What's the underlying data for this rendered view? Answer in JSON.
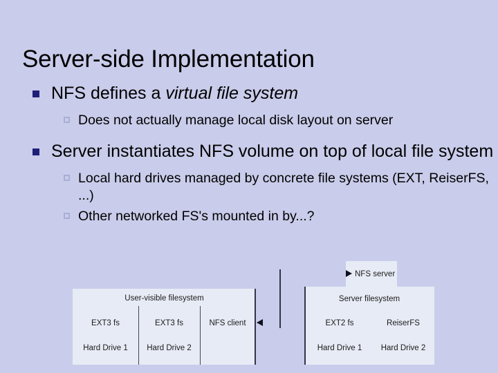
{
  "slide": {
    "title": "Server-side Implementation",
    "background_color": "#c9ccea",
    "bullets": [
      {
        "level": 1,
        "text_before": "NFS defines a ",
        "text_italic": "virtual file system",
        "sub": [
          {
            "level": 2,
            "text": "Does not actually manage local disk layout on server"
          }
        ]
      },
      {
        "level": 1,
        "text": "Server instantiates NFS volume on top of local file system",
        "sub": [
          {
            "level": 2,
            "text": "Local hard drives managed by concrete file systems (EXT, ReiserFS, ...)"
          },
          {
            "level": 2,
            "text": "Other networked FS's mounted in by...?"
          }
        ]
      }
    ]
  },
  "diagram": {
    "box_fill_color": "#e7ebf5",
    "line_color": "#33334d",
    "client": {
      "header": "User-visible filesystem",
      "columns": [
        {
          "fs": "EXT3 fs",
          "drive": "Hard Drive 1"
        },
        {
          "fs": "EXT3 fs",
          "drive": "Hard Drive 2"
        }
      ],
      "nfs_client_label": "NFS client"
    },
    "server": {
      "nfs_server_label": "NFS server",
      "header": "Server filesystem",
      "columns": [
        {
          "fs": "EXT2 fs",
          "drive": "Hard Drive 1"
        },
        {
          "fs": "ReiserFS",
          "drive": "Hard Drive 2"
        }
      ]
    }
  }
}
